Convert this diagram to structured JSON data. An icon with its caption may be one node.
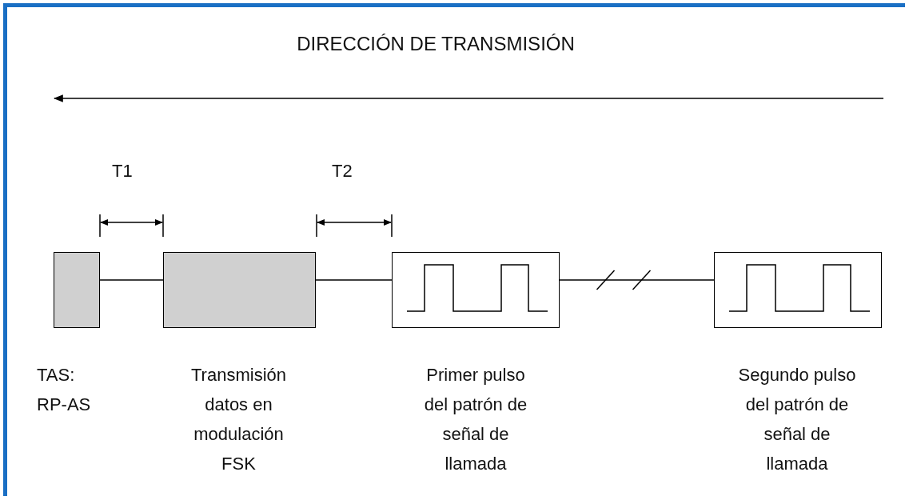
{
  "diagram": {
    "title": "DIRECCIÓN DE TRANSMISIÓN",
    "nodes": [
      {
        "text": [
          "TAS: RP-AS"
        ]
      },
      {
        "text": [
          "Transmisión datos en modulación FSK"
        ]
      },
      {
        "text": [
          "Primer pulso del patrón de señal de llamada"
        ]
      },
      {
        "text": [
          "Segundo pulso del patrón de señal de llamada"
        ]
      }
    ],
    "edges": [
      {
        "from": 0,
        "to": 1,
        "arrow": "none"
      },
      {
        "from": 1,
        "to": 2,
        "arrow": "none"
      },
      {
        "from": 2,
        "to": 3,
        "arrow": "none"
      }
    ],
    "labels": [
      "T1",
      "T2"
    ]
  }
}
